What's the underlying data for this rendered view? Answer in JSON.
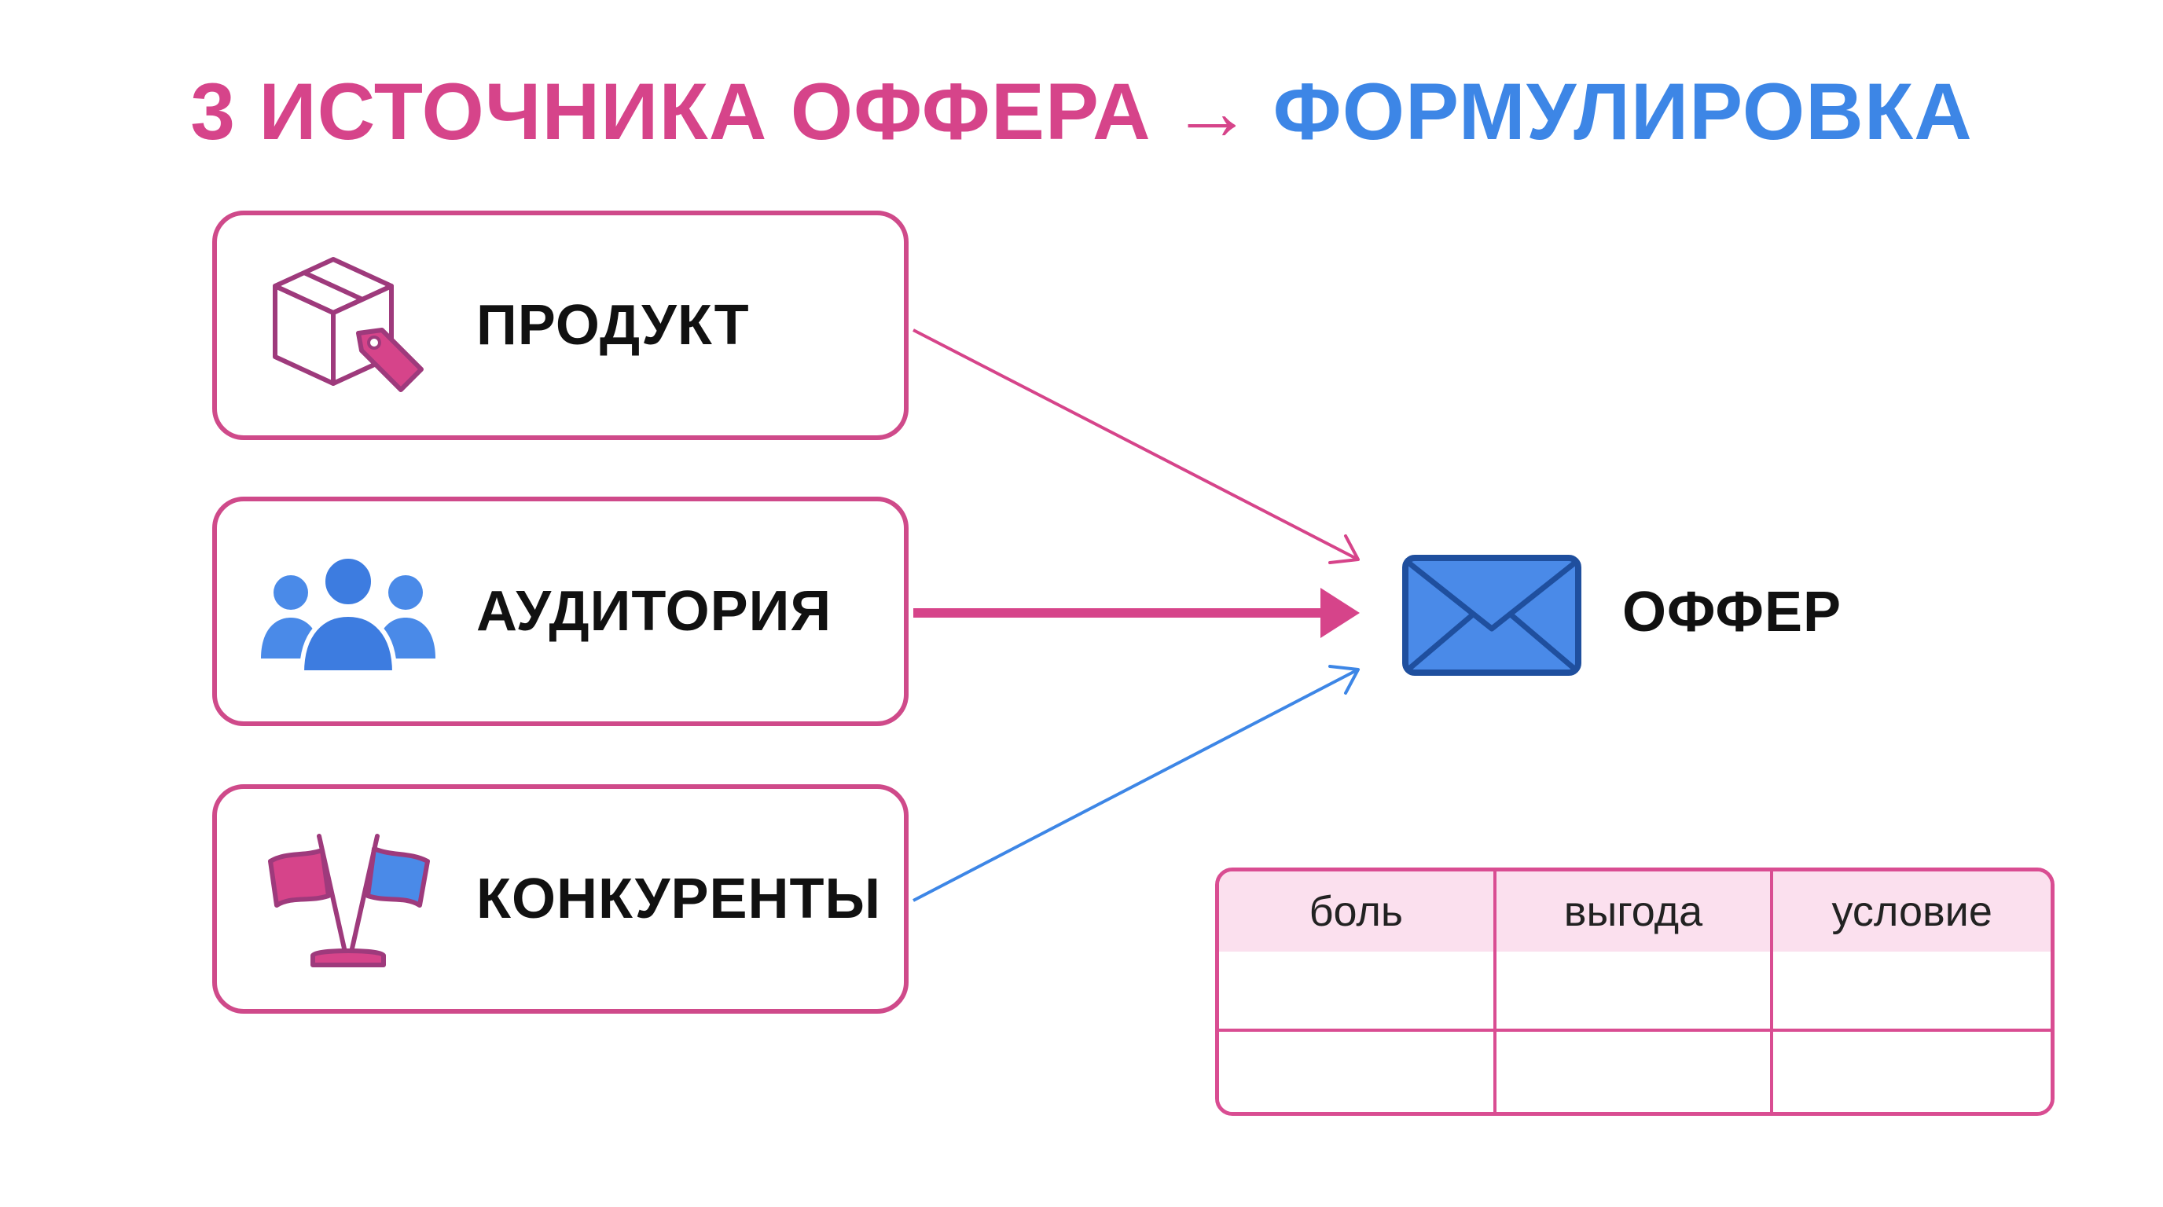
{
  "title": {
    "part_a": "3 ИСТОЧНИКА ОФФЕРА",
    "arrow": "→",
    "part_b": "ФОРМУЛИРОВКА"
  },
  "sources": [
    {
      "label": "ПРОДУКТ",
      "icon": "box-with-tag-icon"
    },
    {
      "label": "АУДИТОРИЯ",
      "icon": "people-group-icon"
    },
    {
      "label": "КОНКУРЕНТЫ",
      "icon": "crossed-flags-icon"
    }
  ],
  "target": {
    "label": "ОФФЕР",
    "icon": "envelope-icon"
  },
  "matrix": {
    "headers": [
      "боль",
      "выгода",
      "условие"
    ],
    "rows": [
      [
        "",
        "",
        ""
      ],
      [
        "",
        "",
        ""
      ]
    ]
  },
  "colors": {
    "pink": "#d6448a",
    "blue": "#3d86e6",
    "table_header_bg": "#fbe0ee"
  }
}
